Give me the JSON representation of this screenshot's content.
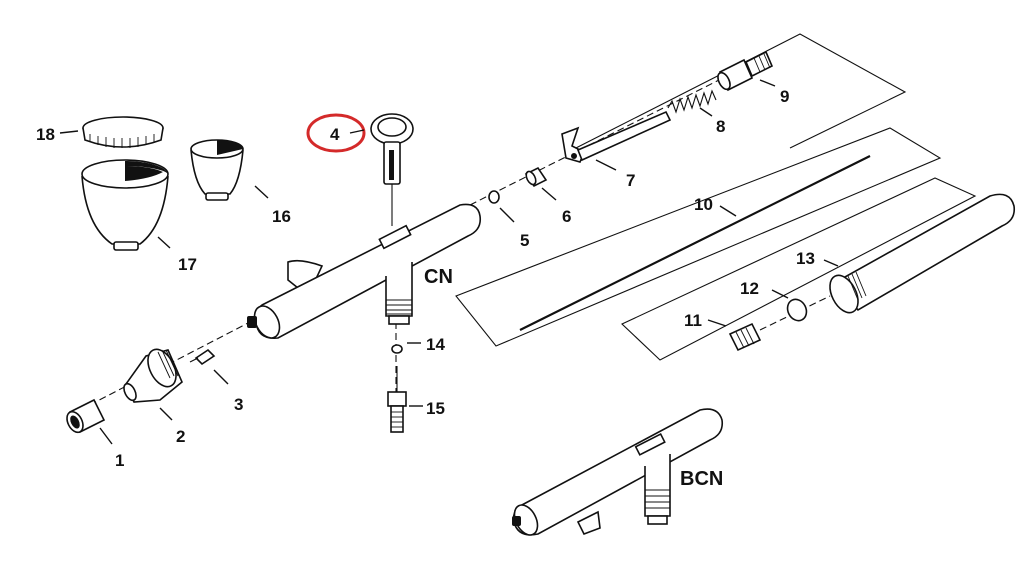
{
  "parts": [
    {
      "id": "1",
      "label": "1"
    },
    {
      "id": "2",
      "label": "2"
    },
    {
      "id": "3",
      "label": "3"
    },
    {
      "id": "4",
      "label": "4",
      "highlighted": true
    },
    {
      "id": "5",
      "label": "5"
    },
    {
      "id": "6",
      "label": "6"
    },
    {
      "id": "7",
      "label": "7"
    },
    {
      "id": "8",
      "label": "8"
    },
    {
      "id": "9",
      "label": "9"
    },
    {
      "id": "10",
      "label": "10"
    },
    {
      "id": "11",
      "label": "11"
    },
    {
      "id": "12",
      "label": "12"
    },
    {
      "id": "13",
      "label": "13"
    },
    {
      "id": "14",
      "label": "14"
    },
    {
      "id": "15",
      "label": "15"
    },
    {
      "id": "16",
      "label": "16"
    },
    {
      "id": "17",
      "label": "17"
    },
    {
      "id": "18",
      "label": "18"
    }
  ],
  "models": {
    "cn": "CN",
    "bcn": "BCN"
  },
  "colors": {
    "line": "#111111",
    "highlight_circle": "#d42a2a",
    "background": "#ffffff"
  }
}
